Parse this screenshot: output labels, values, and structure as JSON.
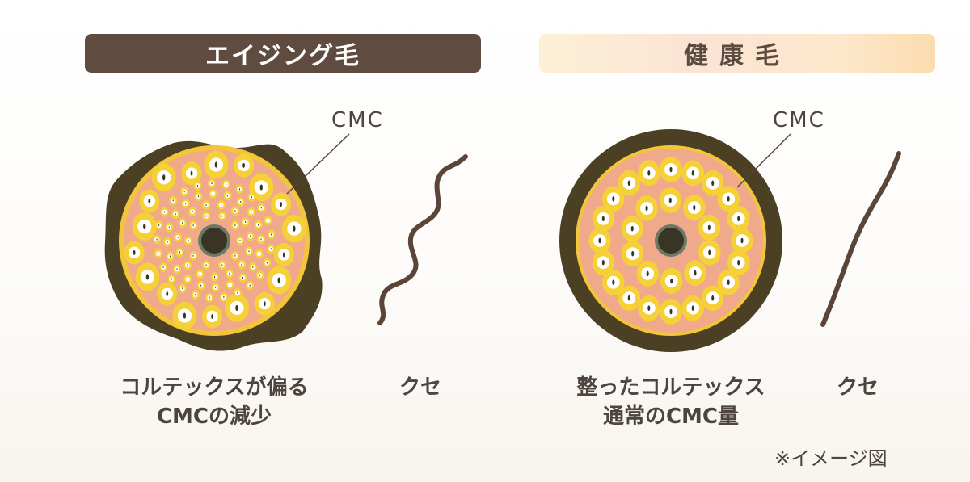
{
  "colors": {
    "banner_left_bg": "#5f4b3f",
    "cuticle": "#4b4024",
    "cortex_pink": "#f0a98b",
    "cmc_yellow": "#f2c53a",
    "cell_yellow": "#f6d037",
    "medulla": "#3a3424",
    "strand": "#5a4538",
    "text": "#4d4440"
  },
  "left": {
    "banner": "エイジング毛",
    "cmc_label": "CMC",
    "caption_line1": "コルテックスが偏る",
    "caption_line2": "CMCの減少",
    "kink_label": "クセ"
  },
  "right": {
    "banner": "健康毛",
    "cmc_label": "CMC",
    "caption_line1": "整ったコルテックス",
    "caption_line2": "通常のCMC量",
    "kink_label": "クセ"
  },
  "footnote": "※イメージ図"
}
